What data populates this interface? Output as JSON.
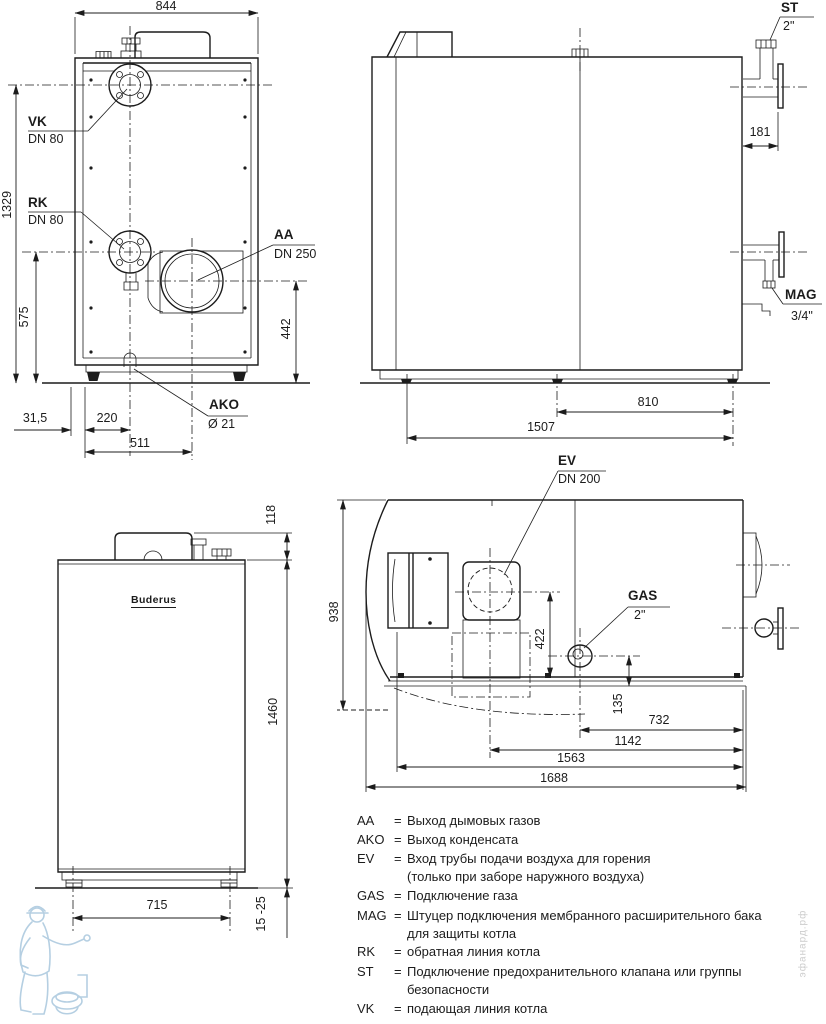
{
  "front_view": {
    "dim_width": "844",
    "dim_height": "1329",
    "dim_rk_height": "575",
    "dim_aa_height": "442",
    "dim_offset": "31,5",
    "dim_ako_x": "220",
    "dim_aa_x": "511",
    "vk_code": "VK",
    "vk_size": "DN 80",
    "rk_code": "RK",
    "rk_size": "DN 80",
    "aa_code": "AA",
    "aa_size": "DN 250",
    "ako_code": "AKO",
    "ako_size": "Ø 21"
  },
  "side_view": {
    "dim_flange": "181",
    "dim_feet": "810",
    "dim_length": "1507",
    "st_code": "ST",
    "st_size": "2\"",
    "mag_code": "MAG",
    "mag_size": "3/4\""
  },
  "front_view2": {
    "brand": "Buderus",
    "dim_top_box": "118",
    "dim_height": "1460",
    "dim_feet": "715",
    "dim_foot_adjust": "15 -25"
  },
  "top_view": {
    "dim_depth": "938",
    "dim_ev_y": "422",
    "dim_gas_y": "135",
    "dim_gas_x": "732",
    "dim_ev_x": "1142",
    "dim_door_x": "1563",
    "dim_total": "1688",
    "ev_code": "EV",
    "ev_size": "DN 200",
    "gas_code": "GAS",
    "gas_size": "2\""
  },
  "legend": {
    "rows": [
      {
        "code": "AA",
        "eq": "=",
        "desc": "Выход дымовых газов"
      },
      {
        "code": "AKO",
        "eq": "=",
        "desc": "Выход конденсата"
      },
      {
        "code": "EV",
        "eq": "=",
        "desc": "Вход трубы подачи воздуха для горения",
        "desc2": "(только при заборе наружного воздуха)"
      },
      {
        "code": "GAS",
        "eq": "=",
        "desc": "Подключение газа"
      },
      {
        "code": "MAG",
        "eq": "=",
        "desc": "Штуцер подключения мембранного расширительного бака",
        "desc2": "для защиты котла"
      },
      {
        "code": "RK",
        "eq": "=",
        "desc": "обратная линия котла"
      },
      {
        "code": "ST",
        "eq": "=",
        "desc": "Подключение предохранительного клапана или группы",
        "desc2": "безопасности"
      },
      {
        "code": "VK",
        "eq": "=",
        "desc": "подающая линия котла"
      }
    ]
  },
  "watermark": {
    "site_text": "эфанард.рф"
  }
}
